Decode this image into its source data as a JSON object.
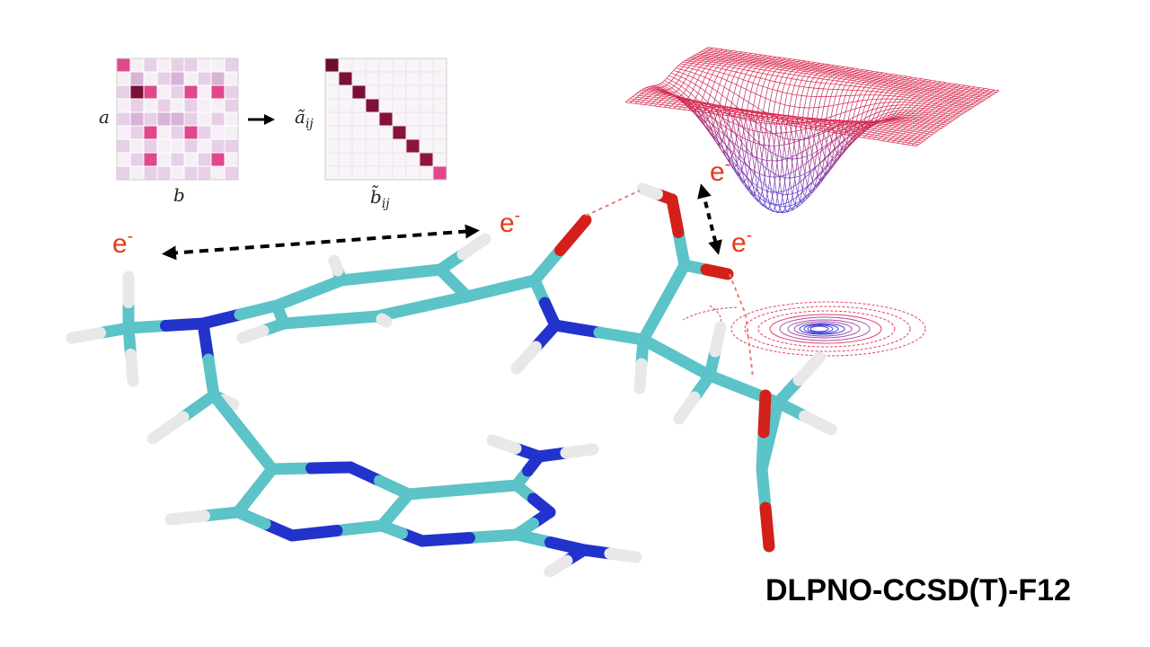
{
  "matrix_labels": {
    "left_row": {
      "base": "a",
      "sub": ""
    },
    "left_col": {
      "base": "b",
      "sub": ""
    },
    "right_row": {
      "base": "ã",
      "sub": "ij"
    },
    "right_col": {
      "base": "b̃",
      "sub": "ij"
    }
  },
  "electron_labels": [
    {
      "base": "e",
      "sup": "-"
    },
    {
      "base": "e",
      "sup": "-"
    },
    {
      "base": "e",
      "sup": "-"
    },
    {
      "base": "e",
      "sup": "-"
    }
  ],
  "method_label": "DLPNO-CCSD(T)-F12",
  "colors": {
    "carbon": "#5cc3c8",
    "nitrogen": "#2233cc",
    "oxygen": "#d3201a",
    "hydrogen": "#e8e8e8",
    "electron": "#e23b1c",
    "matrix_dark": "#7c0f36",
    "matrix_pink": "#e0488c",
    "matrix_light": "#d7b3d6",
    "mesh_top": "#d9254a",
    "mesh_bottom": "#4a3fd8"
  }
}
